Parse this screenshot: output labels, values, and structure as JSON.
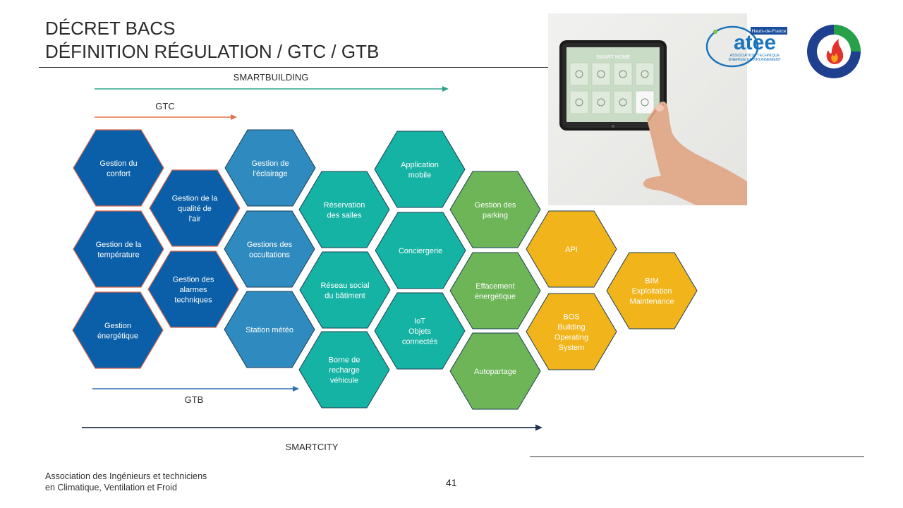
{
  "title": {
    "line1": "DÉCRET BACS",
    "line2": "DÉFINITION RÉGULATION / GTC / GTB"
  },
  "arrows": {
    "smartbuilding": "SMARTBUILDING",
    "gtc": "GTC",
    "gtb": "GTB",
    "smartcity": "SMARTCITY"
  },
  "colors": {
    "dark_blue": "#0b5fa8",
    "mid_blue": "#2f8bbf",
    "teal": "#15b3a4",
    "green": "#6db556",
    "yellow": "#f1b41a",
    "orange_arrow": "#e0734a",
    "teal_arrow": "#2ea38a",
    "blue_arrow": "#2f6db5"
  },
  "hexagons": [
    {
      "lines": [
        "Gestion du",
        "confort"
      ],
      "color": "dark_blue"
    },
    {
      "lines": [
        "Gestion de la",
        "température"
      ],
      "color": "dark_blue"
    },
    {
      "lines": [
        "Gestion",
        "énergétique"
      ],
      "color": "dark_blue"
    },
    {
      "lines": [
        "Gestion de la",
        "qualité de",
        "l'air"
      ],
      "color": "dark_blue"
    },
    {
      "lines": [
        "Gestion des",
        "alarmes",
        "techniques"
      ],
      "color": "dark_blue"
    },
    {
      "lines": [
        "Gestion de",
        "l'éclairage"
      ],
      "color": "mid_blue"
    },
    {
      "lines": [
        "Gestions des",
        "occultations"
      ],
      "color": "mid_blue"
    },
    {
      "lines": [
        "Station météo"
      ],
      "color": "mid_blue"
    },
    {
      "lines": [
        "Réservation",
        "des salles"
      ],
      "color": "teal"
    },
    {
      "lines": [
        "Réseau social",
        "du bâtiment"
      ],
      "color": "teal"
    },
    {
      "lines": [
        "Borne de",
        "recharge",
        "véhicule"
      ],
      "color": "teal"
    },
    {
      "lines": [
        "Application",
        "mobile"
      ],
      "color": "teal"
    },
    {
      "lines": [
        "Conciergerie"
      ],
      "color": "teal"
    },
    {
      "lines": [
        "IoT",
        "Objets",
        "connectés"
      ],
      "color": "teal"
    },
    {
      "lines": [
        "Gestion des",
        "parking"
      ],
      "color": "green"
    },
    {
      "lines": [
        "Effacement",
        "énergétique"
      ],
      "color": "green"
    },
    {
      "lines": [
        "Autopartage"
      ],
      "color": "green"
    },
    {
      "lines": [
        "API"
      ],
      "color": "yellow"
    },
    {
      "lines": [
        "BOS",
        "Building",
        "Operating",
        "System"
      ],
      "color": "yellow"
    },
    {
      "lines": [
        "BIM",
        "Exploitation",
        "Maintenance"
      ],
      "color": "yellow"
    }
  ],
  "photo": {
    "screen_title": "SMART HOME",
    "icons": [
      "ceiling-lamp-icon",
      "air-conditioner-icon",
      "tv-icon",
      "pendant-lamp-icon",
      "thermostat-icon",
      "camera-icon",
      "light-icon",
      "wifi-icon"
    ]
  },
  "logo_atee": {
    "region": "Hauts-de-France",
    "name": "atee",
    "tagline1": "ASSOCIATION TECHNIQUE",
    "tagline2": "ÉNERGIE ENVIRONNEMENT"
  },
  "footer": {
    "line1": "Association des Ingénieurs et techniciens",
    "line2": "en Climatique, Ventilation et Froid"
  },
  "page_number": "41"
}
